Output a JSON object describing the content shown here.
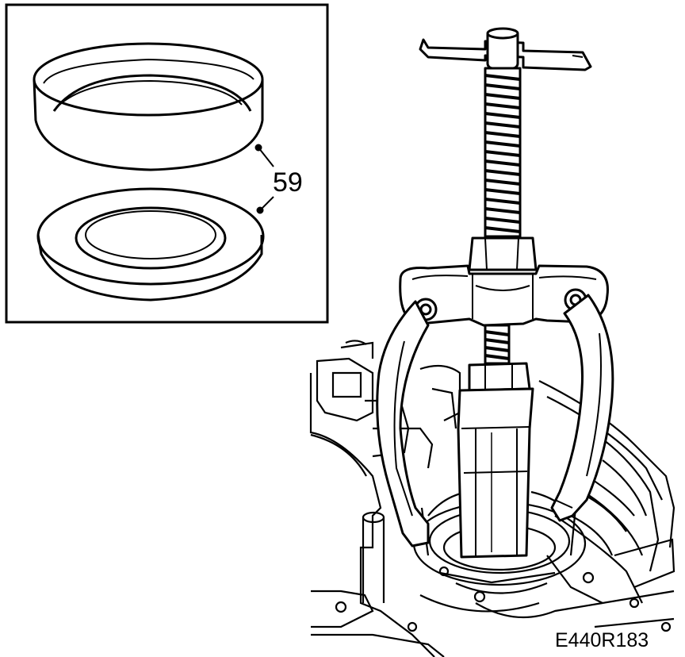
{
  "callout": {
    "part_number": "59"
  },
  "figure": {
    "code": "E440R183"
  },
  "icons": {
    "inset": "bearing-race-rings",
    "main": "three-jaw-puller-on-gearbox"
  },
  "colors": {
    "line": "#000000",
    "background": "#ffffff"
  }
}
